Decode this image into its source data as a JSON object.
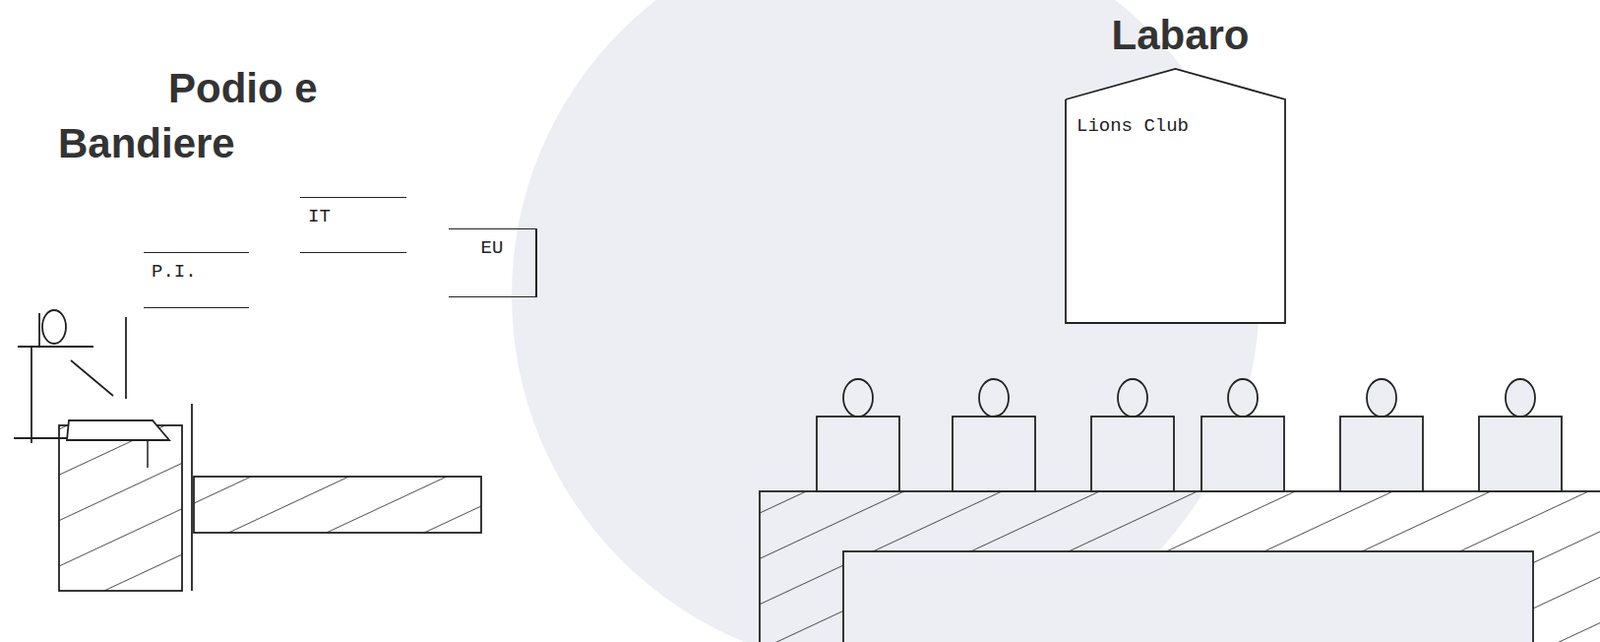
{
  "diagram": {
    "nodes": [
      {
        "text": [
          "P.I."
        ]
      },
      {
        "text": [
          "IT"
        ]
      },
      {
        "text": [
          "EU"
        ]
      },
      {
        "text": [
          "Labaro",
          "Lions Club"
        ]
      }
    ],
    "labels": [
      "Podio e Bandiere"
    ]
  }
}
